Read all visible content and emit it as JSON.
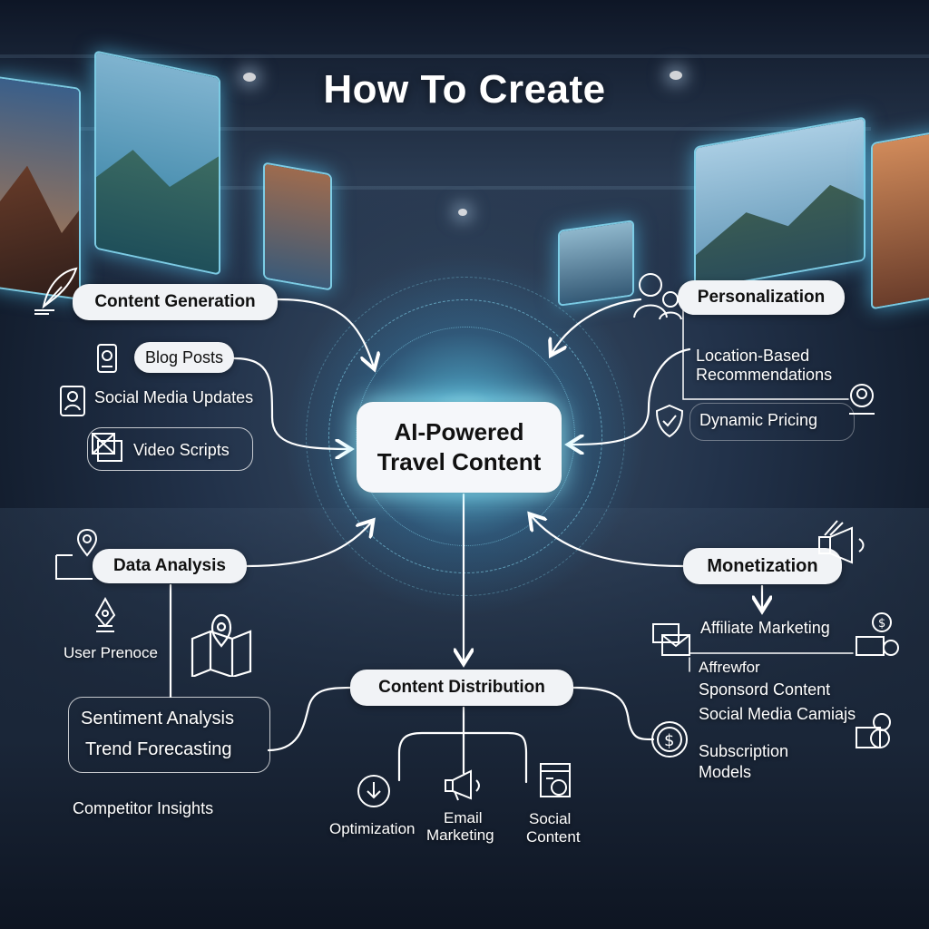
{
  "title": "How To Create",
  "center": {
    "line1": "AI-Powered",
    "line2": "Travel Content"
  },
  "content_generation": {
    "label": "Content Generation",
    "items": [
      "Blog Posts",
      "Social Media Updates",
      "Video Scripts"
    ]
  },
  "personalization": {
    "label": "Personalization",
    "items": [
      "Location-Based",
      "Recommendations",
      "Dynamic Pricing"
    ]
  },
  "data_analysis": {
    "label": "Data Analysis",
    "items": [
      "User Prenoce",
      "Sentiment Analysis",
      "Trend Forecasting",
      "Competitor Insights"
    ]
  },
  "monetization": {
    "label": "Monetization",
    "items": [
      "Affiliate Marketing",
      "Affrewfor",
      "Sponsord Content",
      "Social Media Camiajs",
      "Subscription",
      "Models"
    ]
  },
  "content_distribution": {
    "label": "Content Distribution",
    "items": [
      "Optimization",
      "Email",
      "Marketing",
      "Social",
      "Content"
    ]
  },
  "colors": {
    "pill_bg": "#f1f3f6",
    "glow": "#5fd6f5",
    "background": "#1a2638"
  },
  "icons": [
    "feather-pen-icon",
    "mobile-phone-icon",
    "profile-card-icon",
    "video-frame-icon",
    "users-icon",
    "user-location-icon",
    "shield-check-icon",
    "map-pin-icon",
    "pen-nib-icon",
    "folded-map-icon",
    "megaphone-icon",
    "email-icon",
    "dollar-coin-icon",
    "download-icon",
    "folder-icon"
  ]
}
